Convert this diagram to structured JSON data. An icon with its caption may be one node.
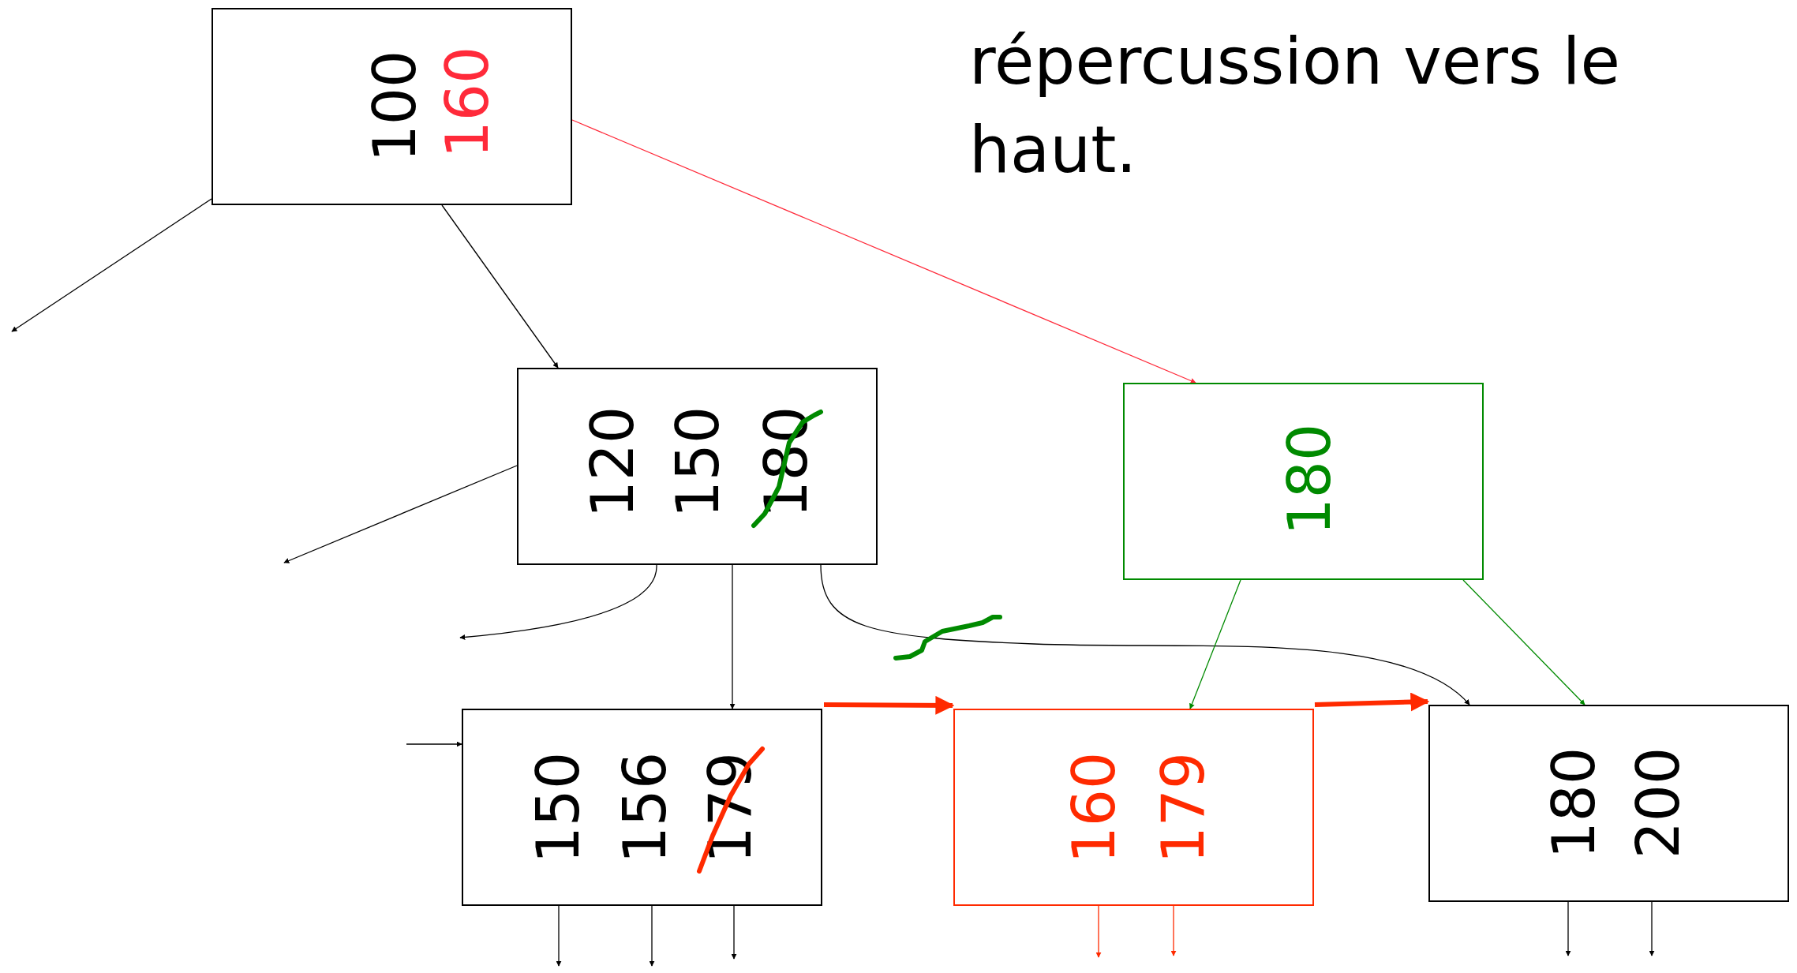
{
  "diagram": {
    "nodes": [
      {
        "text": [
          "100",
          "160"
        ]
      },
      {
        "text": [
          "120",
          "150",
          "180"
        ]
      },
      {
        "text": [
          "180"
        ]
      },
      {
        "text": [
          "150",
          "156",
          "179"
        ]
      },
      {
        "text": [
          "160",
          "179"
        ]
      },
      {
        "text": [
          "180",
          "200"
        ]
      }
    ],
    "edges": [
      {
        "from": 0,
        "to": null,
        "arrow": "to"
      },
      {
        "from": 0,
        "to": 1,
        "arrow": "to"
      },
      {
        "from": 0,
        "to": 2,
        "arrow": "to",
        "color": "#ff2a3a"
      },
      {
        "from": 1,
        "to": null,
        "arrow": "to"
      },
      {
        "from": 1,
        "to": null,
        "arrow": "to"
      },
      {
        "from": 1,
        "to": 3,
        "arrow": "to"
      },
      {
        "from": 1,
        "to": 5,
        "arrow": "to"
      },
      {
        "from": 2,
        "to": 4,
        "arrow": "to",
        "color": "#008a00"
      },
      {
        "from": 2,
        "to": 5,
        "arrow": "to",
        "color": "#008a00"
      },
      {
        "from": null,
        "to": 3,
        "arrow": "to"
      },
      {
        "from": 3,
        "to": 4,
        "arrow": "to",
        "style": "thick",
        "color": "#ff2a00"
      },
      {
        "from": 4,
        "to": 5,
        "arrow": "to",
        "style": "thick",
        "color": "#ff2a00"
      },
      {
        "from": 3,
        "to": null,
        "arrow": "to"
      },
      {
        "from": 3,
        "to": null,
        "arrow": "to"
      },
      {
        "from": 3,
        "to": null,
        "arrow": "to"
      },
      {
        "from": 4,
        "to": null,
        "arrow": "to",
        "color": "#ff2a00"
      },
      {
        "from": 4,
        "to": null,
        "arrow": "to",
        "color": "#ff2a00"
      },
      {
        "from": 5,
        "to": null,
        "arrow": "to"
      },
      {
        "from": 5,
        "to": null,
        "arrow": "to"
      }
    ],
    "labels": [
      "répercussion vers le haut."
    ]
  }
}
